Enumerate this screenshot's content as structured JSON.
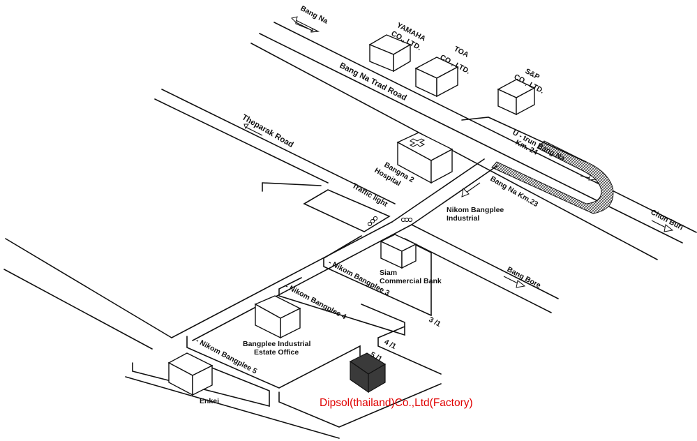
{
  "map": {
    "factory_label": "Dipsol(thailand)Co.,Ltd(Factory)",
    "factory_color": "#e00000",
    "directions": {
      "bang_na": "Bang Na",
      "chon_buri": "Chon Buri",
      "bang_bore": "Bang Bore"
    },
    "roads": {
      "bang_na_trad": "Bang Na Trad Road",
      "theparak": "Theparak  Road",
      "u_turn_line1": "U - trun Bang Na",
      "u_turn_line2": "Km. 24",
      "km23": "Bang Na Km.23",
      "nikom3": "- Nikom Bangplee 3",
      "nikom4": "- Nikom Bangplee 4",
      "nikom5": "- Nikom Bangplee 5",
      "road_31": "3 /1",
      "road_41": "4 /1",
      "road_51": "5 /1"
    },
    "companies": {
      "yamaha_line1": "YAMAHA",
      "yamaha_line2": "CO., LTD.",
      "toa_line1": "TOA",
      "toa_line2": "CO., LTD.",
      "sp_line1": "S&P",
      "sp_line2": "CO., LTD."
    },
    "places": {
      "hospital_line1": "Bangna 2",
      "hospital_line2": "Hospital",
      "traffic_light": "Traffic light",
      "nikom_industrial_line1": "Nikom  Bangplee",
      "nikom_industrial_line2": "Industrial",
      "scb_line1": "Siam",
      "scb_line2": "Commercial Bank",
      "office_line1": "Bangplee  Industrial",
      "office_line2": "Estate  Office",
      "enkei": "Enkei"
    }
  }
}
